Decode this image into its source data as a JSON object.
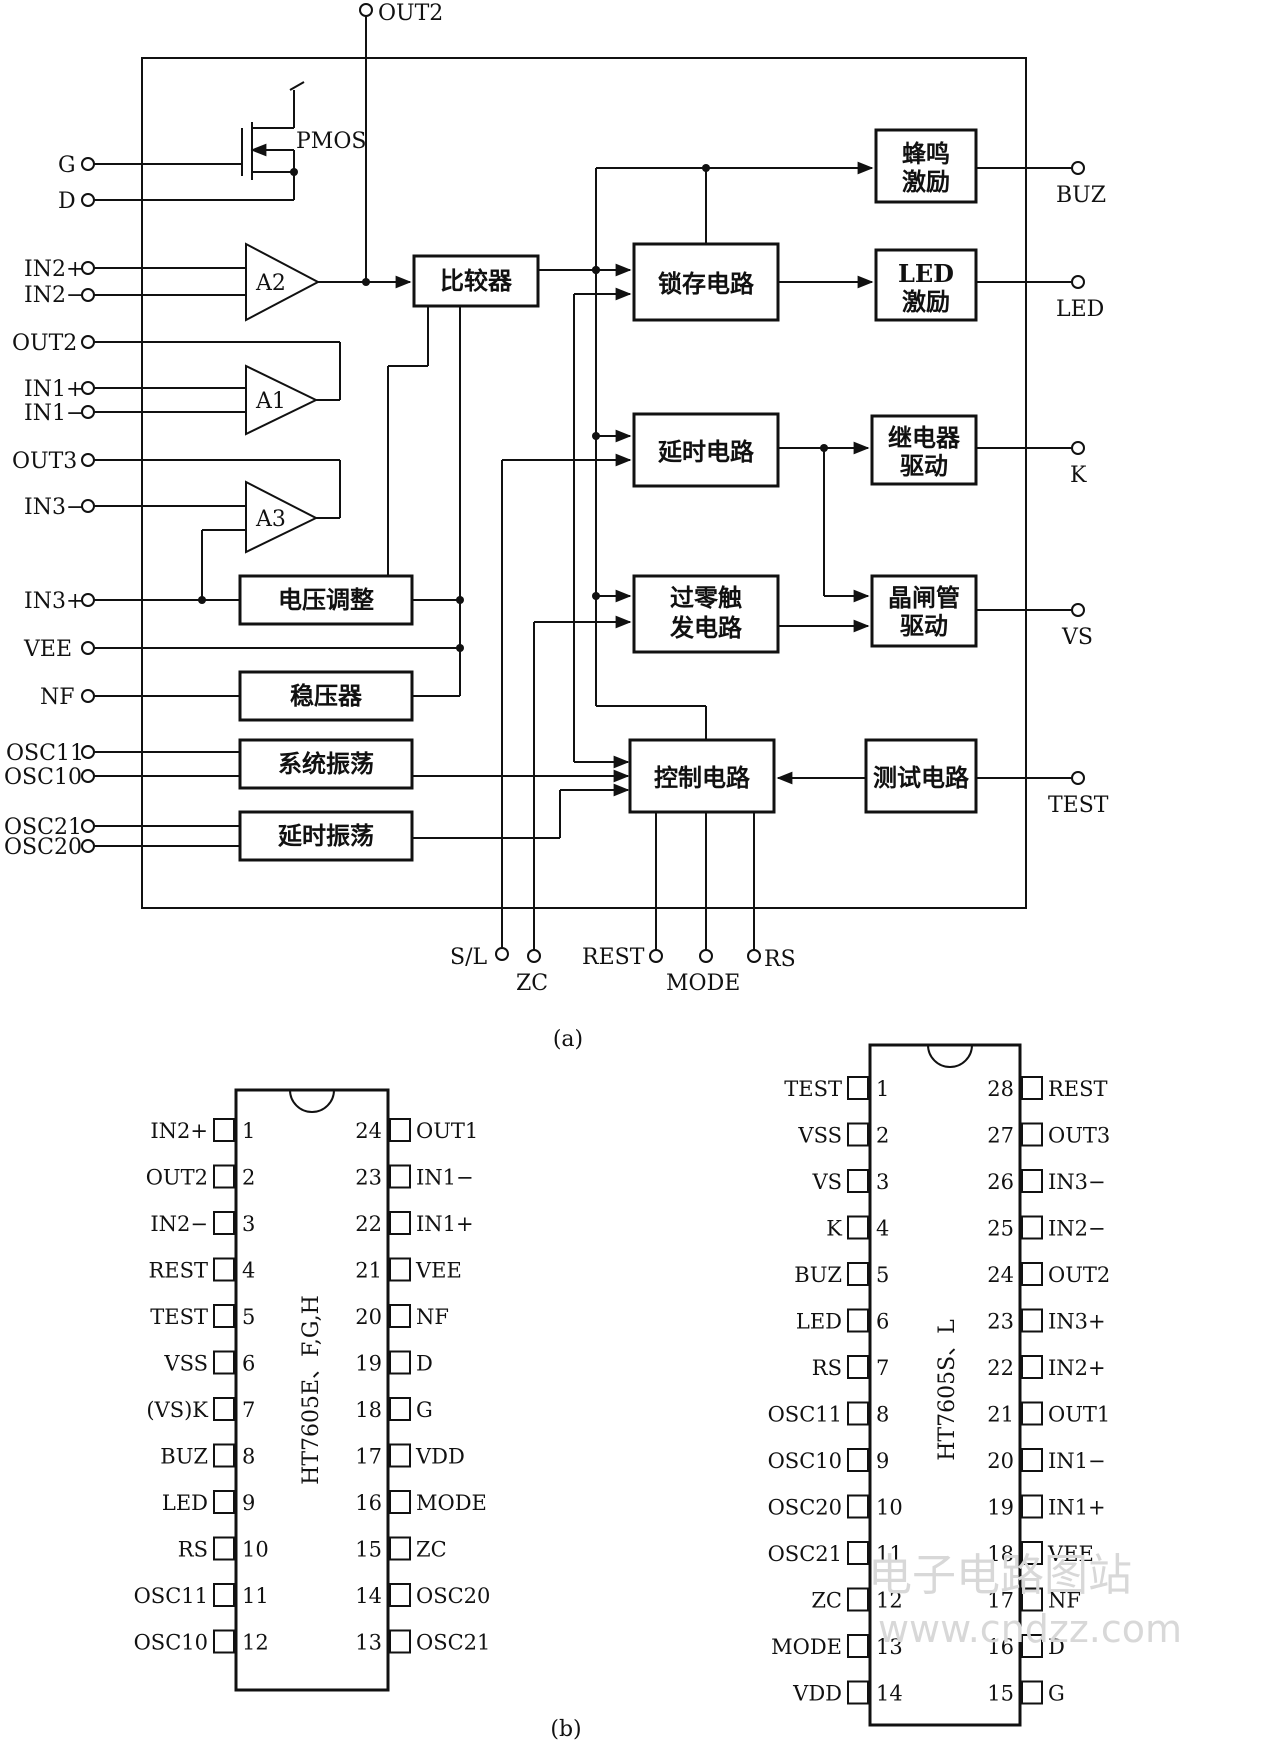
{
  "diagram_a": {
    "caption": "(a)",
    "blocks": {
      "buzzer_drive": [
        "蜂鸣",
        "激励"
      ],
      "comparator": "比较器",
      "latch": "锁存电路",
      "led_drive": [
        "LED",
        "激励"
      ],
      "delay": "延时电路",
      "relay_drive": [
        "继电器",
        "驱动"
      ],
      "zero_cross": [
        "过零触",
        "发电路"
      ],
      "thyristor_drive": [
        "晶闸管",
        "驱动"
      ],
      "voltage_adjust": "电压调整",
      "regulator": "稳压器",
      "sys_osc": "系统振荡",
      "delay_osc": "延时振荡",
      "control": "控制电路",
      "test_circuit": "测试电路",
      "amp_a2": "A2",
      "amp_a1": "A1",
      "amp_a3": "A3",
      "pmos": "PMOS"
    },
    "left_pins": [
      "G",
      "D",
      "IN2+",
      "IN2−",
      "OUT2",
      "IN1+",
      "IN1−",
      "OUT3",
      "IN3−",
      "IN3+",
      "VEE",
      "NF",
      "OSC11",
      "OSC10",
      "OSC21",
      "OSC20"
    ],
    "right_pins": [
      "BUZ",
      "LED",
      "K",
      "VS",
      "TEST"
    ],
    "top_pin": "OUT2",
    "bottom_pins": [
      "S/L",
      "ZC",
      "REST",
      "MODE",
      "RS"
    ]
  },
  "diagram_b": {
    "caption": "(b)",
    "chip_left": {
      "name": "HT7605E、F,G,H",
      "left": [
        {
          "n": "1",
          "l": "IN2+"
        },
        {
          "n": "2",
          "l": "OUT2"
        },
        {
          "n": "3",
          "l": "IN2−"
        },
        {
          "n": "4",
          "l": "REST"
        },
        {
          "n": "5",
          "l": "TEST"
        },
        {
          "n": "6",
          "l": "VSS"
        },
        {
          "n": "7",
          "l": "(VS)K"
        },
        {
          "n": "8",
          "l": "BUZ"
        },
        {
          "n": "9",
          "l": "LED"
        },
        {
          "n": "10",
          "l": "RS"
        },
        {
          "n": "11",
          "l": "OSC11"
        },
        {
          "n": "12",
          "l": "OSC10"
        }
      ],
      "right": [
        {
          "n": "24",
          "l": "OUT1"
        },
        {
          "n": "23",
          "l": "IN1−"
        },
        {
          "n": "22",
          "l": "IN1+"
        },
        {
          "n": "21",
          "l": "VEE"
        },
        {
          "n": "20",
          "l": "NF"
        },
        {
          "n": "19",
          "l": "D"
        },
        {
          "n": "18",
          "l": "G"
        },
        {
          "n": "17",
          "l": "VDD"
        },
        {
          "n": "16",
          "l": "MODE"
        },
        {
          "n": "15",
          "l": "ZC"
        },
        {
          "n": "14",
          "l": "OSC20"
        },
        {
          "n": "13",
          "l": "OSC21"
        }
      ]
    },
    "chip_right": {
      "name": "HT7605S、L",
      "left": [
        {
          "n": "1",
          "l": "TEST"
        },
        {
          "n": "2",
          "l": "VSS"
        },
        {
          "n": "3",
          "l": "VS"
        },
        {
          "n": "4",
          "l": "K"
        },
        {
          "n": "5",
          "l": "BUZ"
        },
        {
          "n": "6",
          "l": "LED"
        },
        {
          "n": "7",
          "l": "RS"
        },
        {
          "n": "8",
          "l": "OSC11"
        },
        {
          "n": "9",
          "l": "OSC10"
        },
        {
          "n": "10",
          "l": "OSC20"
        },
        {
          "n": "11",
          "l": "OSC21"
        },
        {
          "n": "12",
          "l": "ZC"
        },
        {
          "n": "13",
          "l": "MODE"
        },
        {
          "n": "14",
          "l": "VDD"
        }
      ],
      "right": [
        {
          "n": "28",
          "l": "REST"
        },
        {
          "n": "27",
          "l": "OUT3"
        },
        {
          "n": "26",
          "l": "IN3−"
        },
        {
          "n": "25",
          "l": "IN2−"
        },
        {
          "n": "24",
          "l": "OUT2"
        },
        {
          "n": "23",
          "l": "IN3+"
        },
        {
          "n": "22",
          "l": "IN2+"
        },
        {
          "n": "21",
          "l": "OUT1"
        },
        {
          "n": "20",
          "l": "IN1−"
        },
        {
          "n": "19",
          "l": "IN1+"
        },
        {
          "n": "18",
          "l": "VEE"
        },
        {
          "n": "17",
          "l": "NF"
        },
        {
          "n": "16",
          "l": "D"
        },
        {
          "n": "15",
          "l": "G"
        }
      ]
    }
  },
  "watermark": [
    "电子电路图站",
    "www.cndzz.com"
  ]
}
